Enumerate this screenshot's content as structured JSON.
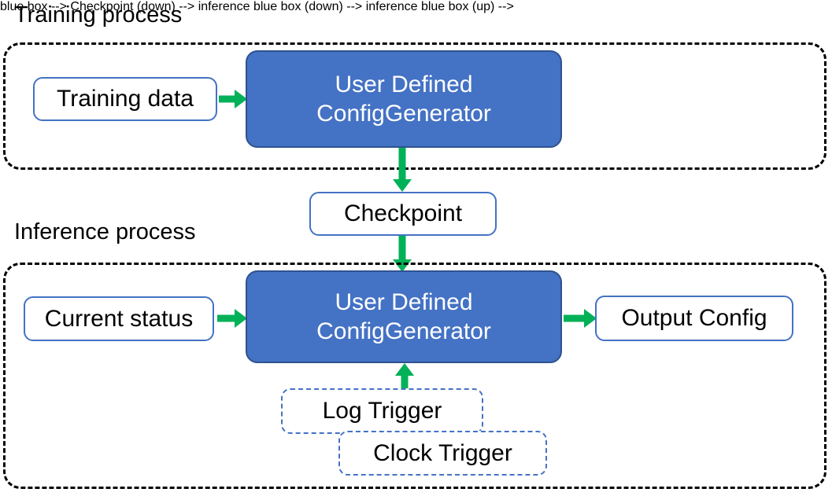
{
  "diagram": {
    "title_visible": false,
    "colors": {
      "process_box_fill": "#4472C4",
      "process_box_border": "#2F528F",
      "io_box_border": "#4472C4",
      "trigger_box_border": "#4472C4",
      "arrow_green": "#00B157",
      "container_dash": "#000000",
      "background": "#FFFFFF",
      "text_dark": "#000000",
      "text_light": "#FFFFFF"
    },
    "sections": [
      {
        "id": "training",
        "label": "Training process"
      },
      {
        "id": "inference",
        "label": "Inference process"
      }
    ],
    "nodes": {
      "training_data": "Training data",
      "training_generator_line1": "User Defined",
      "training_generator_line2": "ConfigGenerator",
      "checkpoint": "Checkpoint",
      "current_status": "Current status",
      "inference_generator_line1": "User Defined",
      "inference_generator_line2": "ConfigGenerator",
      "output_config": "Output Config",
      "log_trigger": "Log Trigger",
      "clock_trigger": "Clock Trigger"
    },
    "edges": [
      {
        "id": "e1",
        "from": "Training data",
        "to": "User Defined ConfigGenerator",
        "direction": "right"
      },
      {
        "id": "e2",
        "from": "User Defined ConfigGenerator",
        "to": "Checkpoint",
        "direction": "down"
      },
      {
        "id": "e3",
        "from": "Checkpoint",
        "to": "User Defined ConfigGenerator",
        "direction": "down"
      },
      {
        "id": "e4",
        "from": "Current status",
        "to": "User Defined ConfigGenerator",
        "direction": "right"
      },
      {
        "id": "e5",
        "from": "User Defined ConfigGenerator",
        "to": "Output Config",
        "direction": "right"
      },
      {
        "id": "e6",
        "from": "Log Trigger",
        "to": "User Defined ConfigGenerator",
        "direction": "up"
      }
    ]
  }
}
